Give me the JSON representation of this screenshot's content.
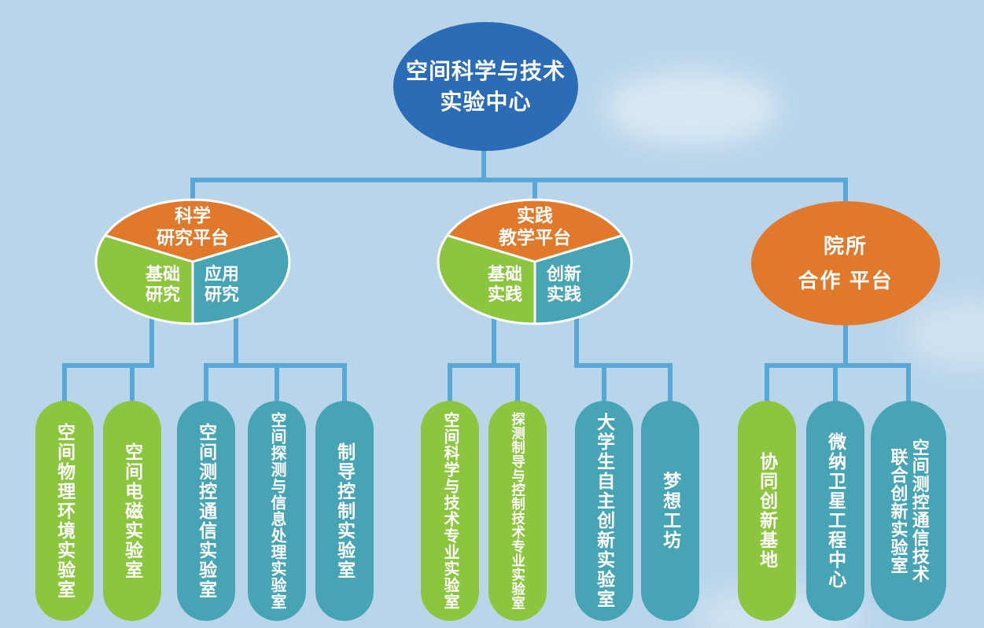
{
  "root": {
    "label": "空间科学与技术\n实验中心"
  },
  "platforms": {
    "science": {
      "title": "科学\n研究平台",
      "left": "基础\n研究",
      "right": "应用\n研究"
    },
    "practice": {
      "title": "实践\n教学平台",
      "left": "基础\n实践",
      "right": "创新\n实践"
    },
    "cooperation": {
      "title": "院所\n合作 平台"
    }
  },
  "pills": [
    {
      "label": "空间物理环境实验室",
      "color": "green"
    },
    {
      "label": "空间电磁实验室",
      "color": "green"
    },
    {
      "label": "空间测控通信实验室",
      "color": "teal"
    },
    {
      "label": "空间探测与信息处理实验室",
      "color": "teal"
    },
    {
      "label": "制导控制实验室",
      "color": "teal"
    },
    {
      "label": "空间科学与技术专业实验室",
      "color": "green"
    },
    {
      "label": "探测制导与控制技术专业实验室",
      "color": "green"
    },
    {
      "label": "大学生自主创新实验室",
      "color": "teal"
    },
    {
      "label": "梦想工坊",
      "color": "teal"
    },
    {
      "label": "协同创新基地",
      "color": "green"
    },
    {
      "label": "微纳卫星工程中心",
      "color": "teal"
    },
    {
      "label": "空间测控通信技术联合创新实验室",
      "color": "teal",
      "columns": [
        "空间测控通信技术",
        "联合创新实验室"
      ]
    }
  ],
  "colors": {
    "background": "#b9d5ea",
    "root_blue": "#2a6cb5",
    "orange": "#e2782a",
    "green": "#8cc63f",
    "teal": "#47a4b5",
    "connector": "#57a7d7",
    "text": "#ffffff"
  }
}
